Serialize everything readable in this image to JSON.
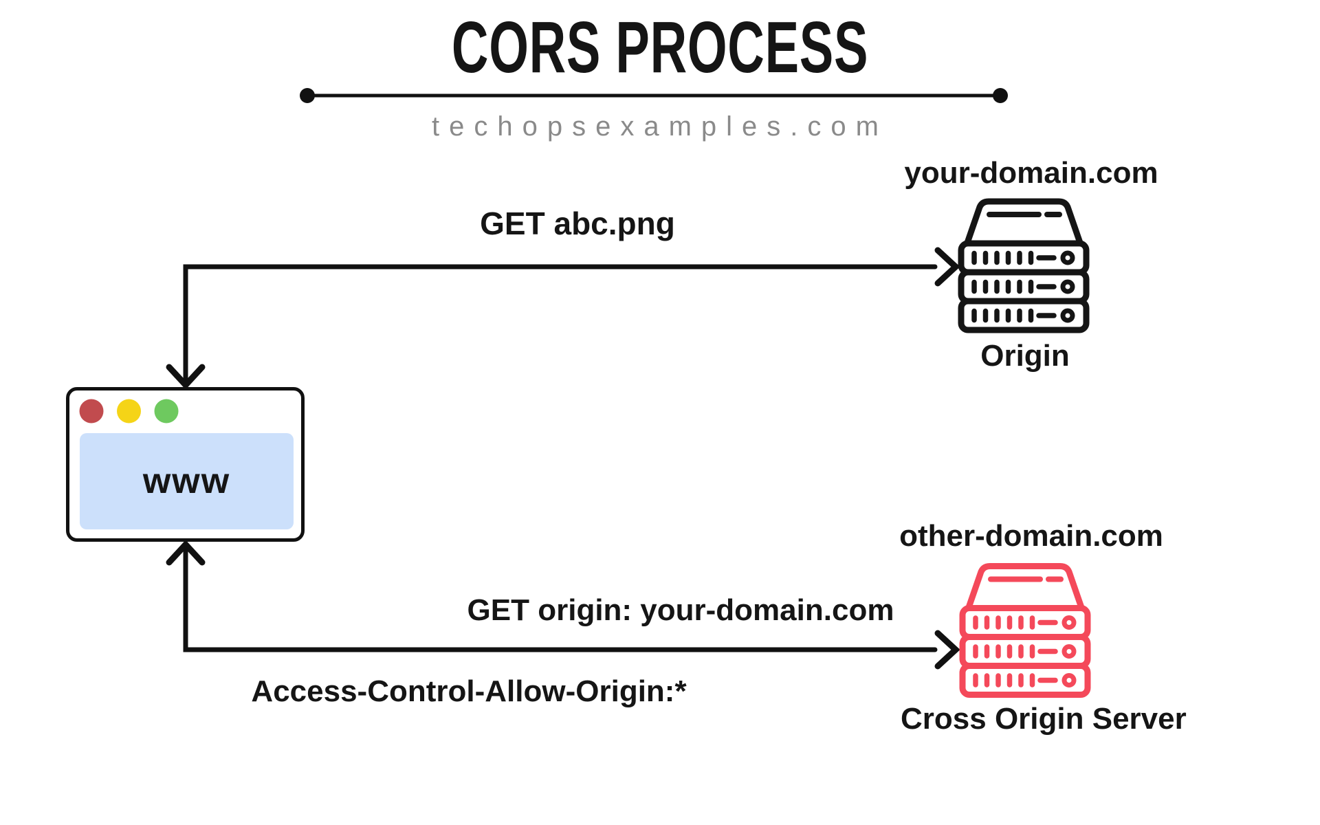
{
  "header": {
    "title": "CORS PROCESS",
    "subtitle": "techopsexamples.com"
  },
  "colors": {
    "ink": "#151515",
    "arrow": "#111111",
    "rule": "#111111",
    "origin_server": "#151515",
    "cross_origin_server": "#f4495a",
    "traffic_red": "#c14b4e",
    "traffic_yellow": "#f5d417",
    "traffic_green": "#6ec95f",
    "browser_content_bg": "#cce0fb",
    "subtitle_gray": "#8a8a8a"
  },
  "browser": {
    "label": "www"
  },
  "origin_server": {
    "domain": "your-domain.com",
    "label": "Origin"
  },
  "cross_origin_server": {
    "domain": "other-domain.com",
    "label": "Cross Origin Server"
  },
  "messages": {
    "request_top": "GET abc.png",
    "request_bottom": "GET origin: your-domain.com",
    "response_header": "Access-Control-Allow-Origin:*"
  }
}
